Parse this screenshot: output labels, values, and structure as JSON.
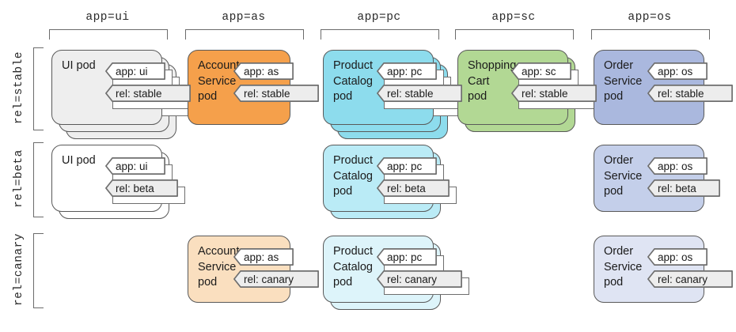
{
  "diagram": {
    "type": "kubernetes-pod-label-matrix",
    "columns": [
      {
        "id": "ui",
        "header": "app=ui"
      },
      {
        "id": "as",
        "header": "app=as"
      },
      {
        "id": "pc",
        "header": "app=pc"
      },
      {
        "id": "sc",
        "header": "app=sc"
      },
      {
        "id": "os",
        "header": "app=os"
      }
    ],
    "rows": [
      {
        "id": "stable",
        "header": "rel=stable"
      },
      {
        "id": "beta",
        "header": "rel=beta"
      },
      {
        "id": "canary",
        "header": "rel=canary"
      }
    ],
    "colors": {
      "ui_stable": "#eeeeee",
      "ui_beta": "#ffffff",
      "as_stable": "#f5a04b",
      "as_canary": "#fadfbf",
      "pc_stable": "#8ddced",
      "pc_beta": "#baebf6",
      "pc_canary": "#ddf4fa",
      "sc_stable": "#b2d894",
      "os_stable": "#aab8de",
      "os_beta": "#c4cfea",
      "os_canary": "#dfe4f3",
      "tag_app_fill": "#ffffff",
      "tag_rel_fill": "#ededed",
      "stroke": "#595959",
      "bracket": "#6b6b6b"
    },
    "cells": [
      {
        "id": "ui-stable",
        "column": "ui",
        "row": "stable",
        "pod_name": "UI pod",
        "replicas": 3,
        "fill": "#eeeeee",
        "tags": [
          {
            "key": "app",
            "text": "app: ui",
            "fill": "#ffffff"
          },
          {
            "key": "rel",
            "text": "rel: stable",
            "fill": "#ededed"
          }
        ]
      },
      {
        "id": "as-stable",
        "column": "as",
        "row": "stable",
        "pod_name": "Account\nService\npod",
        "replicas": 1,
        "fill": "#f5a04b",
        "tags": [
          {
            "key": "app",
            "text": "app: as",
            "fill": "#ffffff"
          },
          {
            "key": "rel",
            "text": "rel: stable",
            "fill": "#ededed"
          }
        ]
      },
      {
        "id": "pc-stable",
        "column": "pc",
        "row": "stable",
        "pod_name": "Product\nCatalog\npod",
        "replicas": 3,
        "fill": "#8ddced",
        "tags": [
          {
            "key": "app",
            "text": "app: pc",
            "fill": "#ffffff"
          },
          {
            "key": "rel",
            "text": "rel: stable",
            "fill": "#ededed"
          }
        ]
      },
      {
        "id": "sc-stable",
        "column": "sc",
        "row": "stable",
        "pod_name": "Shopping\nCart\npod",
        "replicas": 2,
        "fill": "#b2d894",
        "tags": [
          {
            "key": "app",
            "text": "app: sc",
            "fill": "#ffffff"
          },
          {
            "key": "rel",
            "text": "rel: stable",
            "fill": "#ededed"
          }
        ]
      },
      {
        "id": "os-stable",
        "column": "os",
        "row": "stable",
        "pod_name": "Order\nService\npod",
        "replicas": 1,
        "fill": "#aab8de",
        "tags": [
          {
            "key": "app",
            "text": "app: os",
            "fill": "#ffffff"
          },
          {
            "key": "rel",
            "text": "rel: stable",
            "fill": "#ededed"
          }
        ]
      },
      {
        "id": "ui-beta",
        "column": "ui",
        "row": "beta",
        "pod_name": "UI pod",
        "replicas": 2,
        "fill": "#ffffff",
        "tags": [
          {
            "key": "app",
            "text": "app: ui",
            "fill": "#ffffff"
          },
          {
            "key": "rel",
            "text": "rel: beta",
            "fill": "#ededed"
          }
        ]
      },
      {
        "id": "pc-beta",
        "column": "pc",
        "row": "beta",
        "pod_name": "Product\nCatalog\npod",
        "replicas": 2,
        "fill": "#baebf6",
        "tags": [
          {
            "key": "app",
            "text": "app: pc",
            "fill": "#ffffff"
          },
          {
            "key": "rel",
            "text": "rel: beta",
            "fill": "#ededed"
          }
        ]
      },
      {
        "id": "os-beta",
        "column": "os",
        "row": "beta",
        "pod_name": "Order\nService\npod",
        "replicas": 1,
        "fill": "#c4cfea",
        "tags": [
          {
            "key": "app",
            "text": "app: os",
            "fill": "#ffffff"
          },
          {
            "key": "rel",
            "text": "rel: beta",
            "fill": "#ededed"
          }
        ]
      },
      {
        "id": "as-canary",
        "column": "as",
        "row": "canary",
        "pod_name": "Account\nService\npod",
        "replicas": 1,
        "fill": "#fadfbf",
        "tags": [
          {
            "key": "app",
            "text": "app: as",
            "fill": "#ffffff"
          },
          {
            "key": "rel",
            "text": "rel: canary",
            "fill": "#ededed"
          }
        ]
      },
      {
        "id": "pc-canary",
        "column": "pc",
        "row": "canary",
        "pod_name": "Product\nCatalog\npod",
        "replicas": 2,
        "fill": "#ddf4fa",
        "tags": [
          {
            "key": "app",
            "text": "app: pc",
            "fill": "#ffffff"
          },
          {
            "key": "rel",
            "text": "rel: canary",
            "fill": "#ededed"
          }
        ]
      },
      {
        "id": "os-canary",
        "column": "os",
        "row": "canary",
        "pod_name": "Order\nService\npod",
        "replicas": 1,
        "fill": "#dfe4f3",
        "tags": [
          {
            "key": "app",
            "text": "app: os",
            "fill": "#ffffff"
          },
          {
            "key": "rel",
            "text": "rel: canary",
            "fill": "#ededed"
          }
        ]
      }
    ]
  }
}
